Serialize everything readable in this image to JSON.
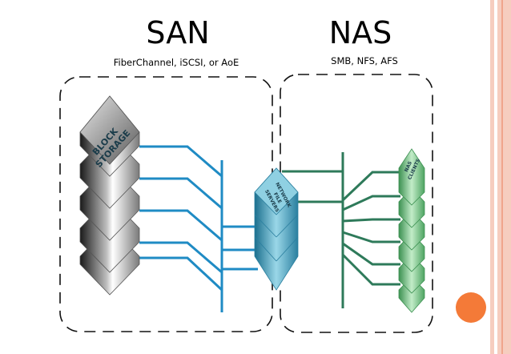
{
  "san": {
    "title": "SAN",
    "subtitle": "FiberChannel, iSCSI, or AoE",
    "block_label_line1": "BLOCK",
    "block_label_line2": "STORAGE"
  },
  "nas": {
    "title": "NAS",
    "subtitle": "SMB, NFS, AFS",
    "server_label_line1": "NETWORK",
    "server_label_line2": "FILE",
    "server_label_line3": "SERVERS",
    "clients_label_line1": "NAS",
    "clients_label_line2": "CLIENTS"
  },
  "colors": {
    "san_link": "#1f8bc4",
    "nas_link": "#2e7a5a",
    "server_fill": "#5bb4cf",
    "client_fill": "#7cc58a",
    "accent_circle": "#f47a38",
    "border": "#f6cdbf"
  }
}
